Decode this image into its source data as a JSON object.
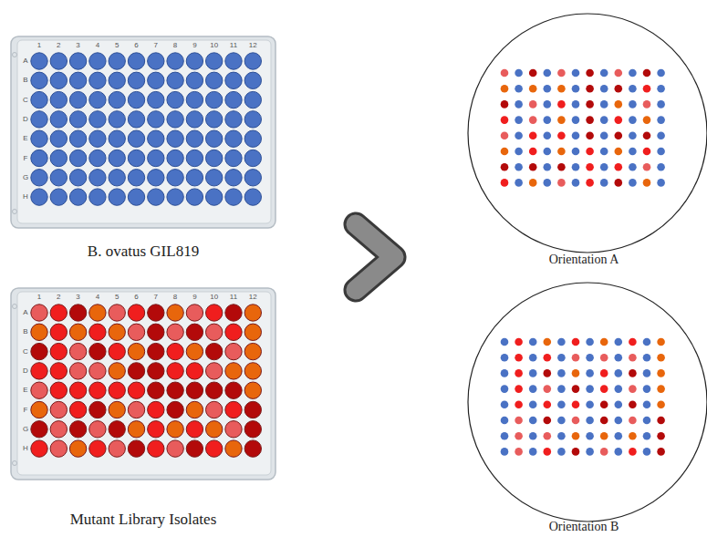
{
  "diagram": {
    "nodes": [
      {
        "text": [
          "B. ovatus GIL819"
        ]
      },
      {
        "text": [
          "Mutant Library Isolates"
        ]
      },
      {
        "text": [
          "Orientation A"
        ]
      },
      {
        "text": [
          "Orientation B"
        ]
      }
    ],
    "labels": [
      "1",
      "2",
      "3",
      "4",
      "5",
      "6",
      "7",
      "8",
      "9",
      "10",
      "11",
      "12",
      "A",
      "B",
      "C",
      "D",
      "E",
      "F",
      "G",
      "H",
      "1",
      "2",
      "3",
      "4",
      "5",
      "6",
      "7",
      "8",
      "9",
      "10",
      "11",
      "12",
      "A",
      "B",
      "C",
      "D",
      "E",
      "F",
      "G",
      "H"
    ]
  }
}
